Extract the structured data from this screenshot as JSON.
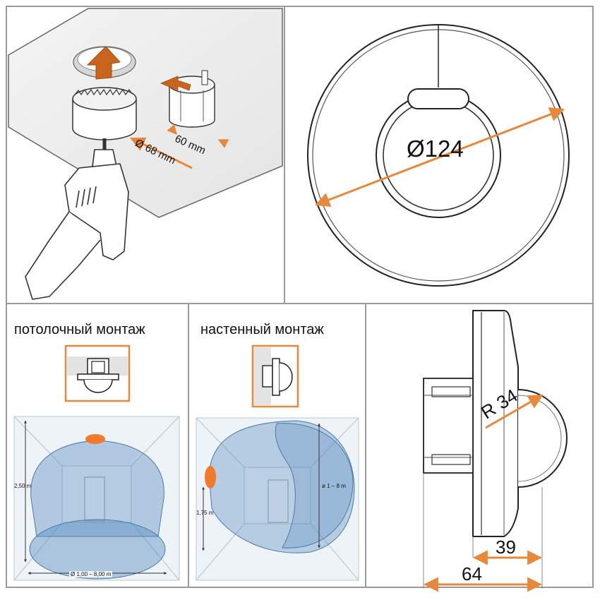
{
  "colors": {
    "accent": "#e8883a",
    "accent_dark": "#c8641e",
    "frame": "#9a9a9a",
    "zone_blue": "#5b8fc0",
    "room_wall": "#b9c9d6"
  },
  "panel_drill": {
    "dim_diameter": "Ø 68 mm",
    "dim_depth": "60 mm"
  },
  "panel_face": {
    "diameter_label": "Ø124"
  },
  "panel_ceiling": {
    "heading": "потолочный монтаж",
    "height_label": "2,50 m",
    "range_label": "Ø 1,00 – 8,00 m"
  },
  "panel_wall": {
    "heading": "настенный монтаж",
    "height_label": "1,75 m",
    "range_label": "ø 1 – 8 m"
  },
  "panel_side": {
    "radius_label": "R 34",
    "depth_small": "39",
    "depth_total": "64"
  },
  "icons": [
    "drill-icon",
    "hole-saw-icon",
    "mounting-box-icon",
    "motion-sensor-icon",
    "door-icon"
  ]
}
